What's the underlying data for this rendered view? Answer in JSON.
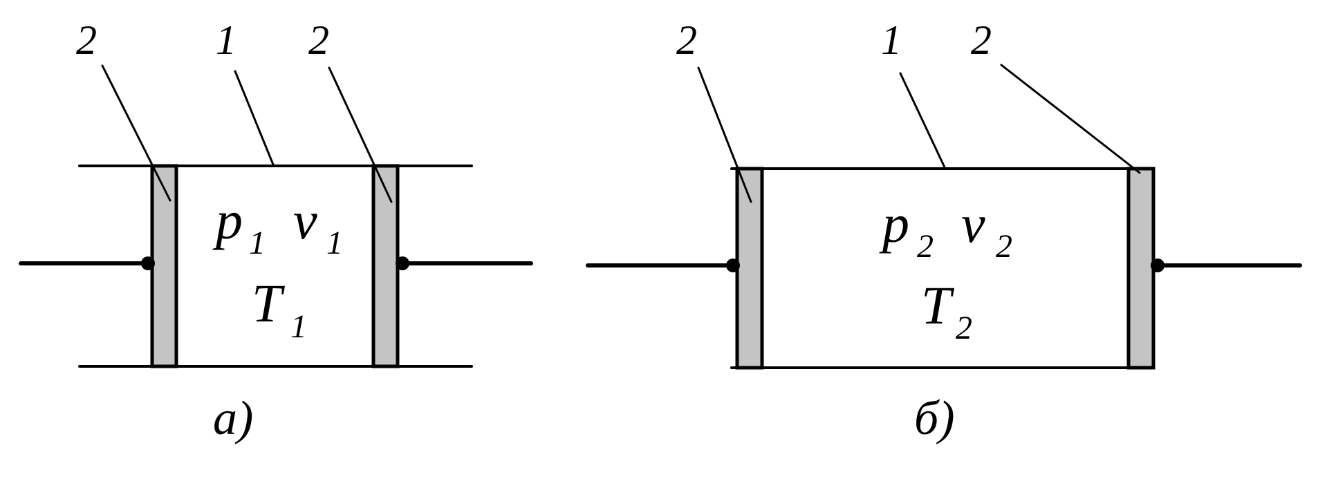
{
  "panel_a": {
    "label_piston_left": "2",
    "label_cylinder": "1",
    "label_piston_right": "2",
    "pressure_symbol": "p",
    "pressure_sub": "1",
    "volume_symbol": "v",
    "volume_sub": "1",
    "temperature_symbol": "T",
    "temperature_sub": "1",
    "caption": "a)"
  },
  "panel_b": {
    "label_piston_left": "2",
    "label_cylinder": "1",
    "label_piston_right": "2",
    "pressure_symbol": "p",
    "pressure_sub": "2",
    "volume_symbol": "v",
    "volume_sub": "2",
    "temperature_symbol": "T",
    "temperature_sub": "2",
    "caption": "б)"
  },
  "colors": {
    "piston_fill": "#c4c4c4",
    "line": "#000000",
    "background": "#ffffff"
  }
}
